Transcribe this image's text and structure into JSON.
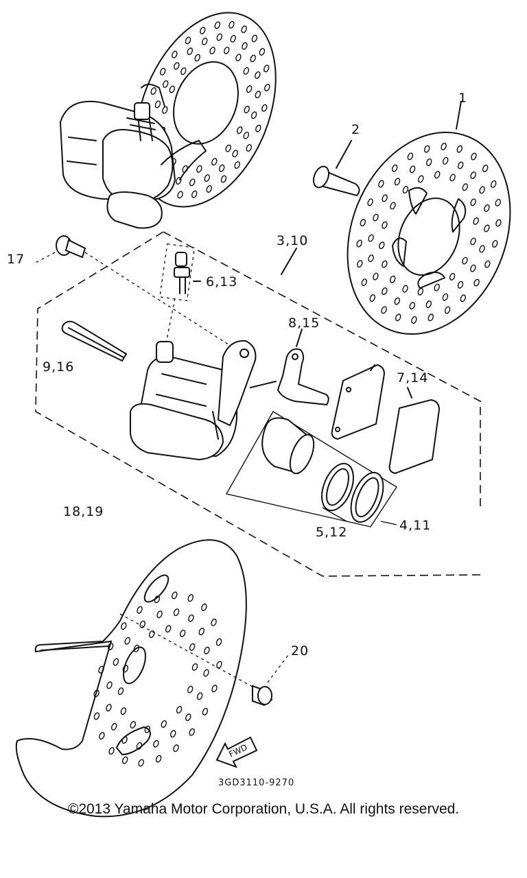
{
  "callouts": {
    "c1": "1",
    "c2": "2",
    "c3_10": "3,10",
    "c17": "17",
    "c6_13": "6,13",
    "c8_15": "8,15",
    "c9_16": "9,16",
    "c7_14": "7,14",
    "c18_19": "18,19",
    "c5_12": "5,12",
    "c4_11": "4,11",
    "c20": "20"
  },
  "fwd_label": "FWD",
  "drawing_code": "3GD3110-9270",
  "copyright": "©2013 Yamaha Motor Corporation, U.S.A. All rights reserved."
}
